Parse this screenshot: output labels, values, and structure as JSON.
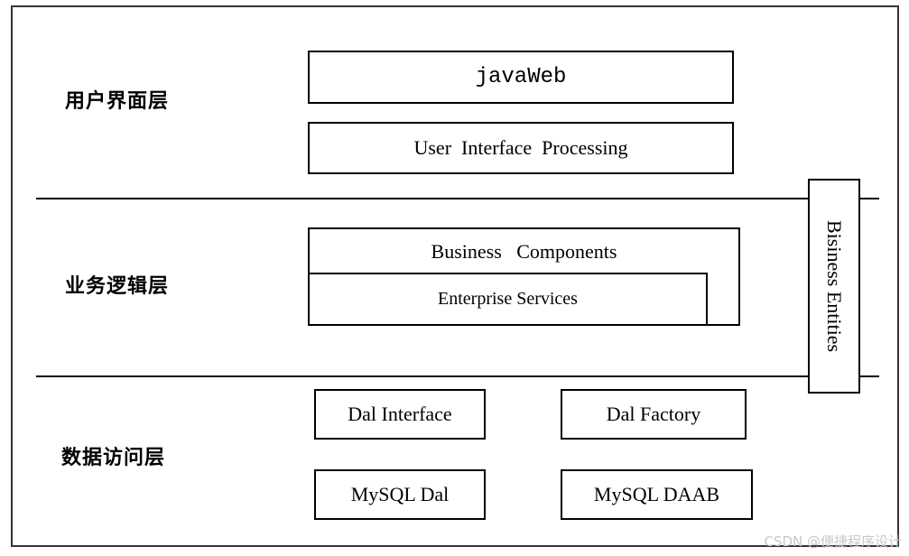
{
  "layers": {
    "ui": "用户界面层",
    "business": "业务逻辑层",
    "data": "数据访问层"
  },
  "components": {
    "javaweb": "javaWeb",
    "ui_processing": "User  Interface  Processing",
    "business_components": "Business   Components",
    "enterprise_services": "Enterprise Services",
    "business_entities": "Bisiness Entities",
    "dal_interface": "Dal Interface",
    "dal_factory": "Dal Factory",
    "mysql_dal": "MySQL Dal",
    "mysql_daab": "MySQL DAAB"
  },
  "watermark": "CSDN @便捷程序设计"
}
